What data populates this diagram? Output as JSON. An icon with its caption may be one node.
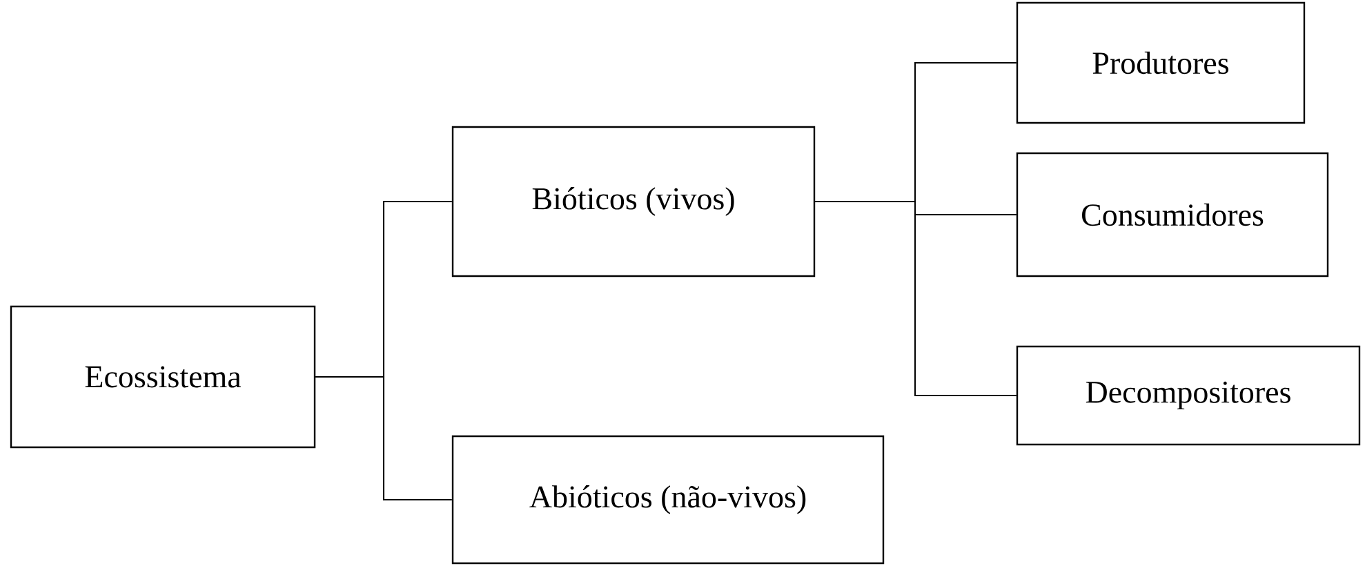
{
  "diagram": {
    "nodes": [
      {
        "text": [
          "Ecossistema"
        ]
      },
      {
        "text": [
          "Bióticos (vivos)"
        ]
      },
      {
        "text": [
          "Abióticos (não-vivos)"
        ]
      },
      {
        "text": [
          "Produtores"
        ]
      },
      {
        "text": [
          "Consumidores"
        ]
      },
      {
        "text": [
          "Decompositores"
        ]
      }
    ],
    "edges": [
      {
        "from": 0,
        "to": 1,
        "arrow": "none"
      },
      {
        "from": 0,
        "to": 2,
        "arrow": "none"
      },
      {
        "from": 1,
        "to": 3,
        "arrow": "none"
      },
      {
        "from": 1,
        "to": 4,
        "arrow": "none"
      },
      {
        "from": 1,
        "to": 5,
        "arrow": "none"
      }
    ]
  }
}
